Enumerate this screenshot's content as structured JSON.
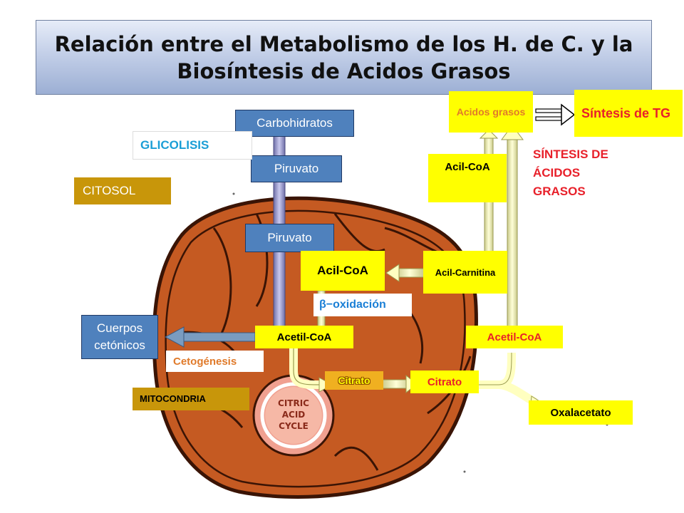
{
  "title": "Relación entre el Metabolismo de los H. de C. y la Biosíntesis de Acidos Grasos",
  "labels": {
    "carbohidratos": "Carbohidratos",
    "glicolisis": "GLICOLISIS",
    "piruvato_1": "Piruvato",
    "citosol": "CITOSOL",
    "piruvato_2": "Piruvato",
    "acil_coa_mito": "Acil-CoA",
    "acil_carnitina": "Acil-Carnitina",
    "beta_oxidacion": "β−oxidación",
    "cuerpos_cetonicos": "Cuerpos cetónicos",
    "acetil_coa_mito": "Acetil-CoA",
    "cetogenesis": "Cetogénesis",
    "citrato_mito": "Citrato",
    "mitocondria": "MITOCONDRIA",
    "citric_acid_cycle": "CITRIC ACID CYCLE",
    "acidos_grasos": "Acidos grasos",
    "sintesis_tg": "Síntesis de TG",
    "acil_coa_cyto": "Acil-CoA",
    "sintesis_acidos_grasos": "SÍNTESIS DE ÁCIDOS GRASOS",
    "acetil_coa_cyto": "Acetil-CoA",
    "citrato_cyto": "Citrato",
    "oxalacetato": "Oxalacetato"
  },
  "colors": {
    "mitochondrion_fill": "#c55a22",
    "label_blue": "#4f81bd",
    "label_yellow": "#ffff00",
    "text_cyan": "#1a9ed6",
    "text_red": "#e8202a",
    "text_orange": "#e07a2a"
  }
}
